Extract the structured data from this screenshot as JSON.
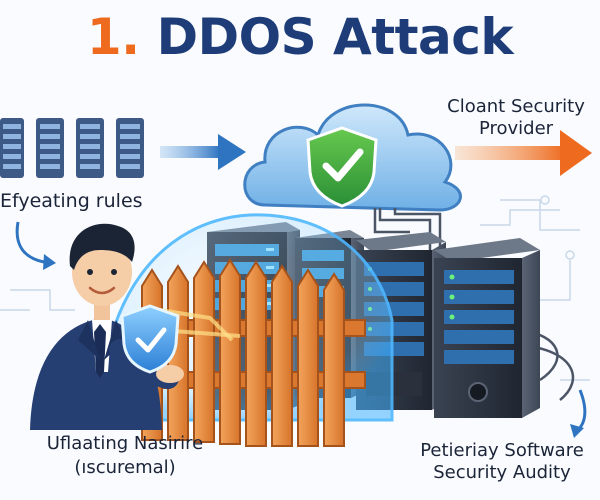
{
  "title": {
    "number": "1.",
    "text": "DDOS Attack"
  },
  "labels": {
    "top_left": "Efyeating rules",
    "top_right_line1": "Cloant Security",
    "top_right_line2": "Provider",
    "bottom_left_line1": "Uflaating Nasirire",
    "bottom_left_line2": "(ıscuremal)",
    "bottom_right_line1": "Petieriay Software",
    "bottom_right_line2": "Security Audity"
  },
  "colors": {
    "navy": "#1d3c78",
    "accent_orange": "#ee6a1f",
    "arrow_blue": "#2f74c0",
    "fence_orange": "#e98a3c",
    "shield_green": "#37a844",
    "cloud_blue": "#8fc4ee"
  },
  "icons": [
    "server-rack-icon",
    "cloud-icon",
    "shield-check-icon",
    "fence-icon",
    "person-icon",
    "arrow-right-icon"
  ]
}
